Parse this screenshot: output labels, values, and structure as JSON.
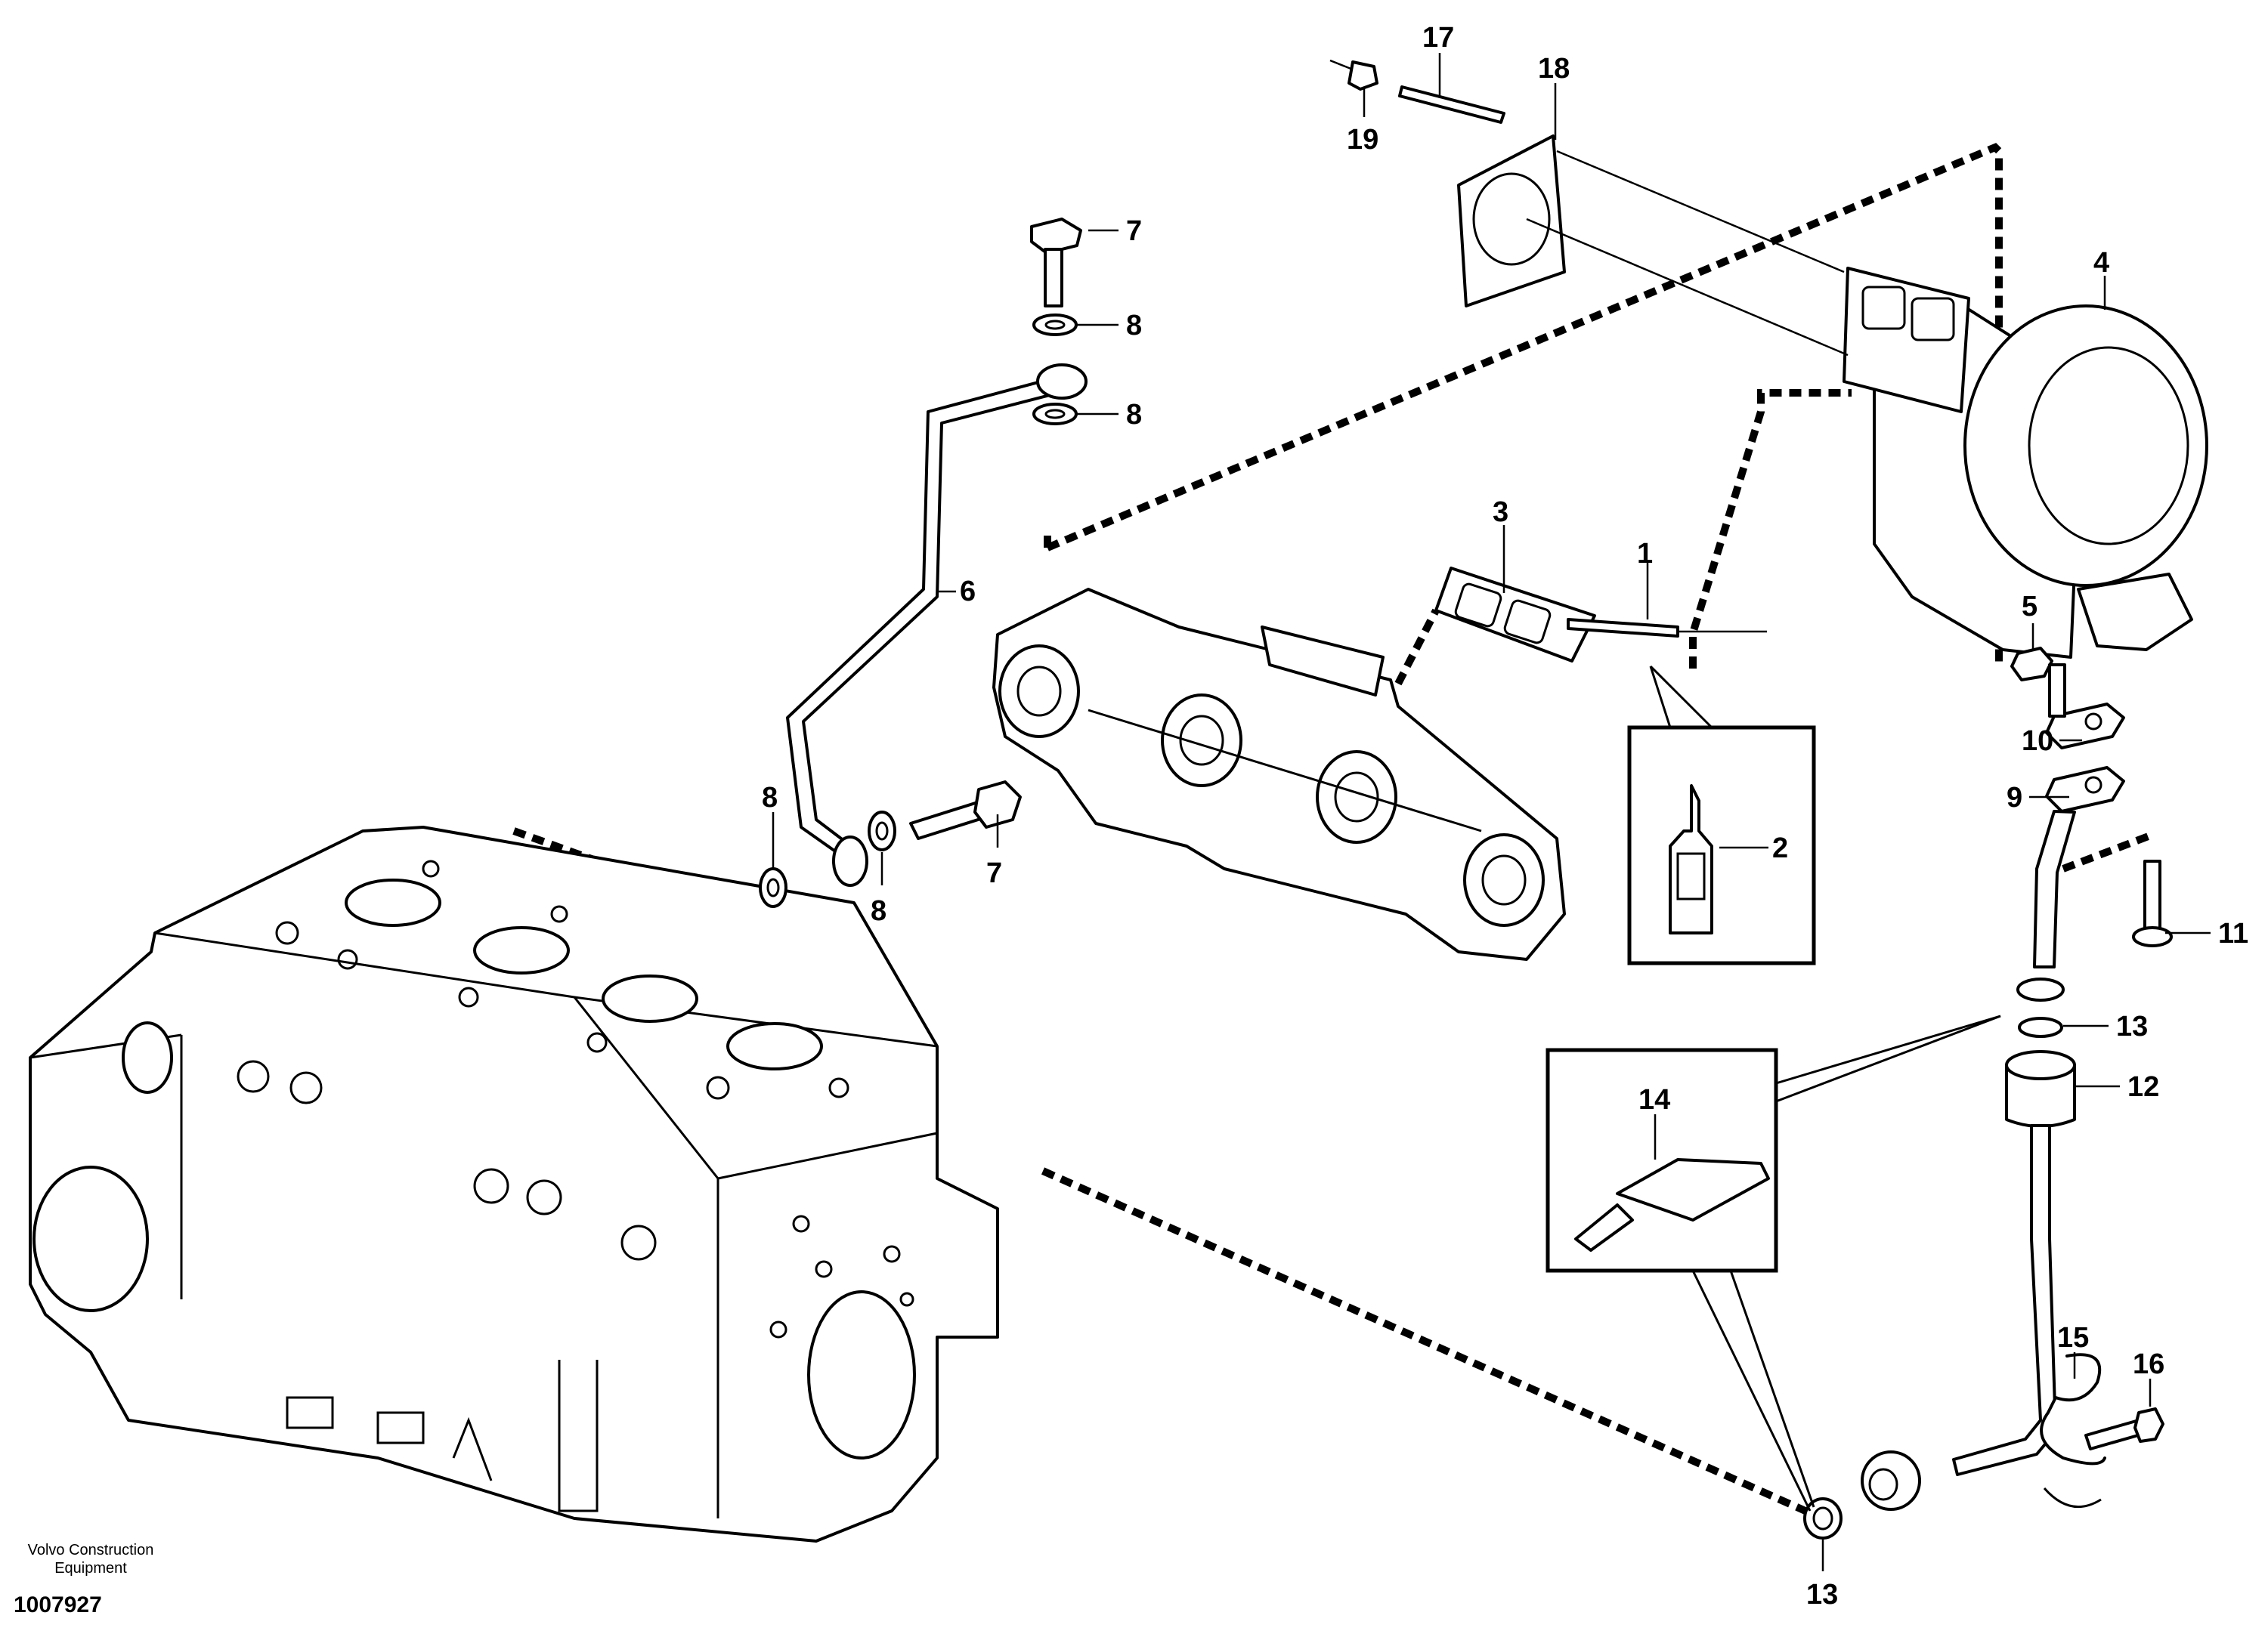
{
  "credit": {
    "line1": "Volvo Construction",
    "line2": "Equipment"
  },
  "drawing_number": "1007927",
  "callouts": {
    "c1": "1",
    "c2": "2",
    "c3": "3",
    "c4": "4",
    "c5": "5",
    "c6": "6",
    "c7a": "7",
    "c7b": "7",
    "c8a": "8",
    "c8b": "8",
    "c8c": "8",
    "c8d": "8",
    "c9": "9",
    "c10": "10",
    "c11": "11",
    "c12": "12",
    "c13a": "13",
    "c13b": "13",
    "c14": "14",
    "c15": "15",
    "c16": "16",
    "c17": "17",
    "c18": "18",
    "c19": "19"
  }
}
